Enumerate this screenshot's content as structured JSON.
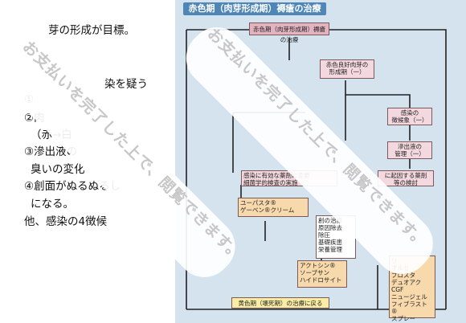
{
  "left_text": {
    "line1": "芽の形成が目標。",
    "line2": "染を疑う",
    "line3": "①",
    "line4": "②肉",
    "line5": "（赤→白",
    "line6": "③滲出液の",
    "line7": "臭いの変化",
    "line8": "④創面がぬるぬるし",
    "line9": "になる。",
    "line10": "他、感染の4徴候"
  },
  "flowchart": {
    "title": "赤色期（肉芽形成期）褥瘡の治療",
    "top_box": "赤色期（肉芽形成期）褥瘡の治療",
    "good_granulation": "赤色良好肉芽の\n形成期（一）",
    "infection_sign": "感染の\n徴候象（一）",
    "exudate": "滲出液の\n管理（一）",
    "infective_check": "感染に有効な薬剤に変更\n細菌学的検査の実施",
    "cause_check": "に起因する薬剤\n等の検討",
    "products1": "ユーパスタ®\nゲーベン®クリーム",
    "treatment_list": "創の治療\n原因除去\n除圧\n基礎疾患\n栄養管理",
    "products2": "アクトシン®\nソーブサン\nハイドロサイト",
    "products3": "リ\nオルセ\nプロスタ\nデュオアク\nCGF\nニュージェル\nフィブラスト®\nスプレー",
    "bottom_box": "黄色期（壊死期）の治療に戻る"
  },
  "watermark": {
    "text1": "お支払いを完了した上で、閲覧できます。",
    "text2": "お支払いを完了した上で、閲覧できます。"
  }
}
